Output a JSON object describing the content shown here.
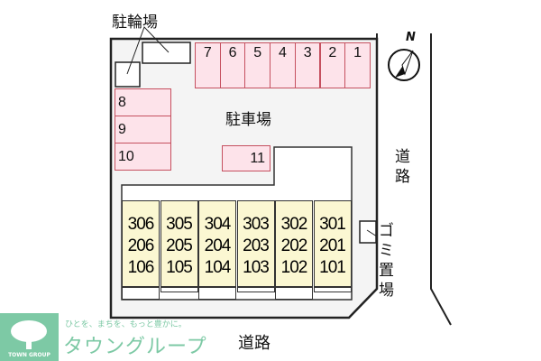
{
  "labels": {
    "bicycle_parking": "駐輪場",
    "parking": "駐車場",
    "road_right": "道路",
    "road_bottom": "道路",
    "garbage": "ゴミ置場",
    "north": "N"
  },
  "parking_top": [
    "7",
    "6",
    "5",
    "4",
    "3",
    "2",
    "1"
  ],
  "parking_left": [
    "8",
    "9",
    "10"
  ],
  "parking_single": "11",
  "units": [
    {
      "top": "306",
      "mid": "206",
      "bot": "106"
    },
    {
      "top": "305",
      "mid": "205",
      "bot": "105"
    },
    {
      "top": "304",
      "mid": "204",
      "bot": "104"
    },
    {
      "top": "303",
      "mid": "203",
      "bot": "103"
    },
    {
      "top": "302",
      "mid": "202",
      "bot": "102"
    },
    {
      "top": "301",
      "mid": "201",
      "bot": "101"
    }
  ],
  "logo": {
    "tagline": "ひとを、まちを、もっと豊かに。",
    "name": "タウングループ",
    "emblem_text": "TOWN GROUP",
    "color": "#7dc9a5"
  },
  "colors": {
    "parking_fill": "#fde3ea",
    "parking_border": "#c5505f",
    "unit_fill": "#fbf7d2",
    "lot_fill": "#f4f4f4"
  }
}
